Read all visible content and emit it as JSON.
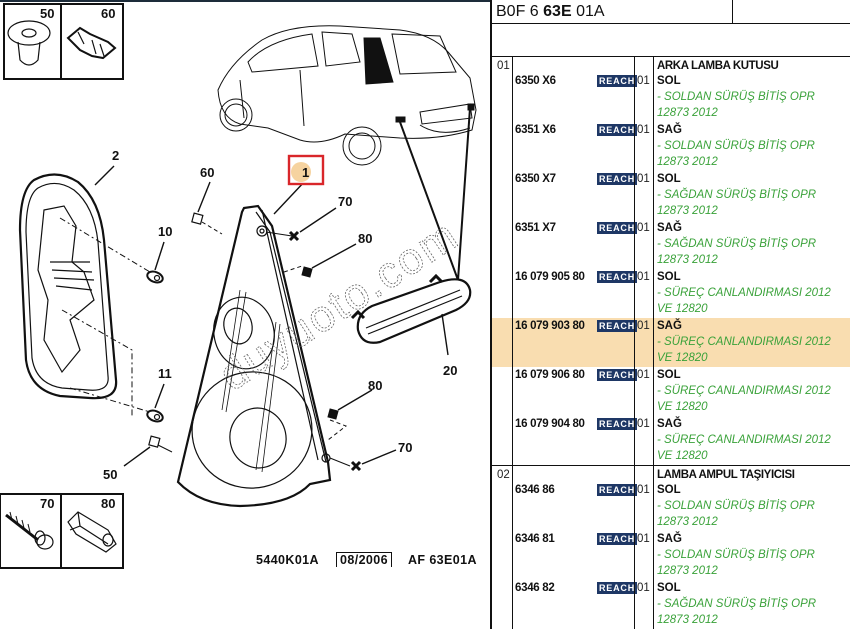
{
  "diagram": {
    "watermark": "duyuoto.com",
    "callouts": {
      "main_part": "1",
      "body": "2",
      "bulb_upper": "10",
      "bulb_lower": "11",
      "reflector": "20",
      "clip_50": "50",
      "clip_60": "60",
      "screw_70": "70",
      "nut_80": "80"
    },
    "legend_boxes": [
      {
        "label": "50",
        "item": "push-clip"
      },
      {
        "label": "60",
        "item": "cable-clip"
      },
      {
        "label": "70",
        "item": "screw"
      },
      {
        "label": "80",
        "item": "hex-nut"
      }
    ],
    "footer": {
      "drawing_code": "5440K01A",
      "date": "08/2006",
      "page_ref": "AF 63E01A"
    },
    "highlight_color": "#d9262a"
  },
  "table": {
    "ref_prefix": "B0F 6",
    "ref_bold": "63E",
    "ref_suffix": "01A",
    "badge_label": "REACH",
    "colors": {
      "badge": "#1e3765",
      "note": "#3aa23a",
      "highlight_row": "#f9ddb0"
    },
    "groups": [
      {
        "number": "01",
        "title": "ARKA LAMBA KUTUSU",
        "items": [
          {
            "part": "6350 X6",
            "qty": "01",
            "side": "SOL",
            "note": "- SOLDAN SÜRÜŞ BİTİŞ OPR 12873 2012"
          },
          {
            "part": "6351 X6",
            "qty": "01",
            "side": "SAĞ",
            "note": "- SOLDAN SÜRÜŞ BİTİŞ OPR 12873 2012"
          },
          {
            "part": "6350 X7",
            "qty": "01",
            "side": "SOL",
            "note": "- SAĞDAN SÜRÜŞ BİTİŞ OPR 12873 2012"
          },
          {
            "part": "6351 X7",
            "qty": "01",
            "side": "SAĞ",
            "note": "- SAĞDAN SÜRÜŞ BİTİŞ OPR 12873 2012"
          },
          {
            "part": "16 079 905 80",
            "qty": "01",
            "side": "SOL",
            "note": "- SÜREÇ CANLANDIRMASI 2012 VE 12820"
          },
          {
            "part": "16 079 903 80",
            "qty": "01",
            "side": "SAĞ",
            "note": "- SÜREÇ CANLANDIRMASI 2012 VE 12820",
            "selected": true
          },
          {
            "part": "16 079 906 80",
            "qty": "01",
            "side": "SOL",
            "note": "- SÜREÇ CANLANDIRMASI 2012 VE 12820"
          },
          {
            "part": "16 079 904 80",
            "qty": "01",
            "side": "SAĞ",
            "note": "- SÜREÇ CANLANDIRMASI 2012 VE 12820"
          }
        ]
      },
      {
        "number": "02",
        "title": "LAMBA AMPUL TAŞIYICISI",
        "items": [
          {
            "part": "6346 86",
            "qty": "01",
            "side": "SOL",
            "note": "- SOLDAN SÜRÜŞ BİTİŞ OPR 12873 2012"
          },
          {
            "part": "6346 81",
            "qty": "01",
            "side": "SAĞ",
            "note": "- SOLDAN SÜRÜŞ BİTİŞ OPR 12873 2012"
          },
          {
            "part": "6346 82",
            "qty": "01",
            "side": "SOL",
            "note": "- SAĞDAN SÜRÜŞ BİTİŞ OPR 12873 2012"
          }
        ]
      }
    ]
  }
}
